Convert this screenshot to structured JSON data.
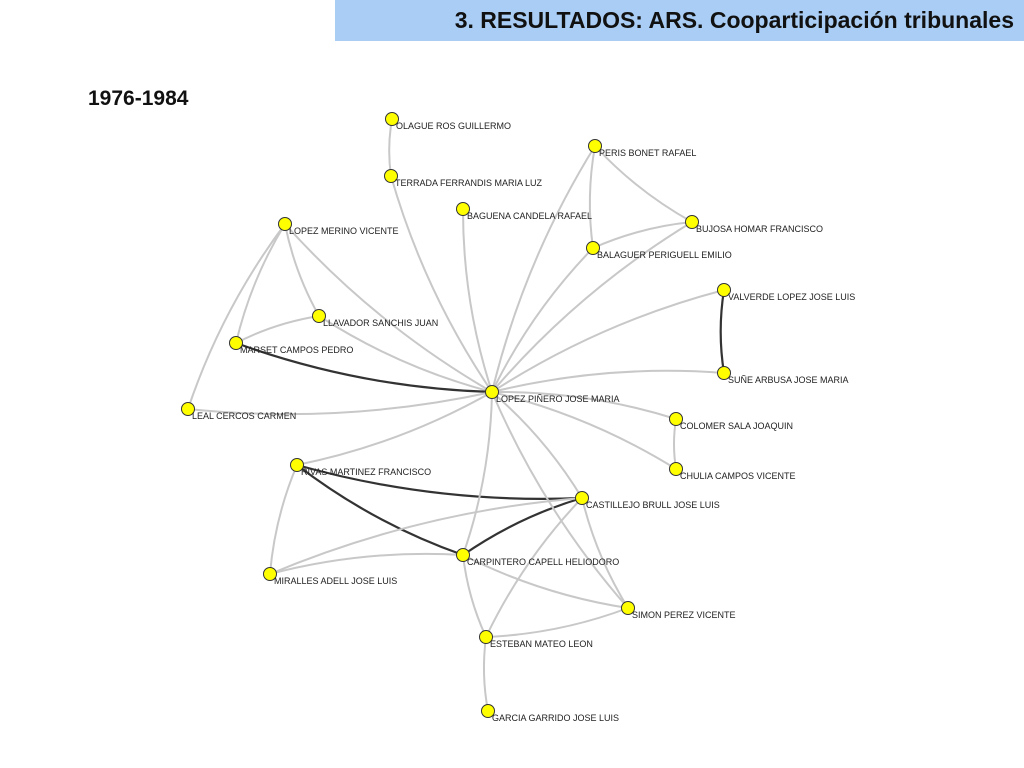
{
  "header": {
    "title": "3. RESULTADOS: ARS. Cooparticipación tribunales"
  },
  "period": "1976-1984",
  "colors": {
    "header_bg": "#a9cdf4",
    "node_fill": "#ffff00",
    "node_stroke": "#333333",
    "edge_light": "#c8c8c8",
    "edge_strong": "#333333"
  },
  "network": {
    "nodes": [
      {
        "id": "olague",
        "label": "OLAGUE ROS GUILLERMO"
      },
      {
        "id": "terrada",
        "label": "TERRADA FERRANDIS MARIA LUZ"
      },
      {
        "id": "baguena",
        "label": "BAGUENA CANDELA RAFAEL"
      },
      {
        "id": "peris",
        "label": "PERIS BONET RAFAEL"
      },
      {
        "id": "bujosa",
        "label": "BUJOSA HOMAR FRANCISCO"
      },
      {
        "id": "balaguer",
        "label": "BALAGUER PERIGUELL EMILIO"
      },
      {
        "id": "lopezmerino",
        "label": "LOPEZ MERINO VICENTE"
      },
      {
        "id": "llavador",
        "label": "LLAVADOR SANCHIS JUAN"
      },
      {
        "id": "marset",
        "label": "MARSET CAMPOS PEDRO"
      },
      {
        "id": "leal",
        "label": "LEAL CERCOS CARMEN"
      },
      {
        "id": "lopezpinero",
        "label": "LOPEZ PIÑERO JOSE MARIA"
      },
      {
        "id": "valverde",
        "label": "VALVERDE LOPEZ JOSE LUIS"
      },
      {
        "id": "sune",
        "label": "SUÑE ARBUSA JOSE MARIA"
      },
      {
        "id": "colomer",
        "label": "COLOMER SALA JOAQUIN"
      },
      {
        "id": "chulia",
        "label": "CHULIA CAMPOS VICENTE"
      },
      {
        "id": "rivas",
        "label": "RIVAS MARTINEZ FRANCISCO"
      },
      {
        "id": "castillejo",
        "label": "CASTILLEJO BRULL JOSE LUIS"
      },
      {
        "id": "carpintero",
        "label": "CARPINTERO CAPELL HELIODORO"
      },
      {
        "id": "miralles",
        "label": "MIRALLES ADELL JOSE LUIS"
      },
      {
        "id": "simon",
        "label": "SIMON PEREZ VICENTE"
      },
      {
        "id": "esteban",
        "label": "ESTEBAN MATEO LEON"
      },
      {
        "id": "garcia",
        "label": "GARCIA GARRIDO JOSE LUIS"
      }
    ],
    "edges": [
      {
        "source": "olague",
        "target": "terrada",
        "strong": false
      },
      {
        "source": "terrada",
        "target": "lopezpinero",
        "strong": false
      },
      {
        "source": "baguena",
        "target": "lopezpinero",
        "strong": false
      },
      {
        "source": "peris",
        "target": "bujosa",
        "strong": false
      },
      {
        "source": "peris",
        "target": "balaguer",
        "strong": false
      },
      {
        "source": "peris",
        "target": "lopezpinero",
        "strong": false
      },
      {
        "source": "bujosa",
        "target": "balaguer",
        "strong": false
      },
      {
        "source": "bujosa",
        "target": "lopezpinero",
        "strong": false
      },
      {
        "source": "balaguer",
        "target": "lopezpinero",
        "strong": false
      },
      {
        "source": "lopezmerino",
        "target": "llavador",
        "strong": false
      },
      {
        "source": "lopezmerino",
        "target": "marset",
        "strong": false
      },
      {
        "source": "lopezmerino",
        "target": "leal",
        "strong": false
      },
      {
        "source": "lopezmerino",
        "target": "lopezpinero",
        "strong": false
      },
      {
        "source": "llavador",
        "target": "marset",
        "strong": false
      },
      {
        "source": "llavador",
        "target": "lopezpinero",
        "strong": false
      },
      {
        "source": "marset",
        "target": "lopezpinero",
        "strong": true
      },
      {
        "source": "leal",
        "target": "lopezpinero",
        "strong": false
      },
      {
        "source": "valverde",
        "target": "sune",
        "strong": true
      },
      {
        "source": "valverde",
        "target": "lopezpinero",
        "strong": false
      },
      {
        "source": "sune",
        "target": "lopezpinero",
        "strong": false
      },
      {
        "source": "colomer",
        "target": "chulia",
        "strong": false
      },
      {
        "source": "colomer",
        "target": "lopezpinero",
        "strong": false
      },
      {
        "source": "chulia",
        "target": "lopezpinero",
        "strong": false
      },
      {
        "source": "rivas",
        "target": "lopezpinero",
        "strong": false
      },
      {
        "source": "rivas",
        "target": "castillejo",
        "strong": true
      },
      {
        "source": "rivas",
        "target": "carpintero",
        "strong": true
      },
      {
        "source": "rivas",
        "target": "miralles",
        "strong": false
      },
      {
        "source": "castillejo",
        "target": "carpintero",
        "strong": true
      },
      {
        "source": "castillejo",
        "target": "lopezpinero",
        "strong": false
      },
      {
        "source": "castillejo",
        "target": "miralles",
        "strong": false
      },
      {
        "source": "castillejo",
        "target": "esteban",
        "strong": false
      },
      {
        "source": "castillejo",
        "target": "simon",
        "strong": false
      },
      {
        "source": "carpintero",
        "target": "lopezpinero",
        "strong": false
      },
      {
        "source": "carpintero",
        "target": "miralles",
        "strong": false
      },
      {
        "source": "carpintero",
        "target": "simon",
        "strong": false
      },
      {
        "source": "carpintero",
        "target": "esteban",
        "strong": false
      },
      {
        "source": "lopezpinero",
        "target": "simon",
        "strong": false
      },
      {
        "source": "esteban",
        "target": "simon",
        "strong": false
      },
      {
        "source": "esteban",
        "target": "garcia",
        "strong": false
      }
    ]
  }
}
